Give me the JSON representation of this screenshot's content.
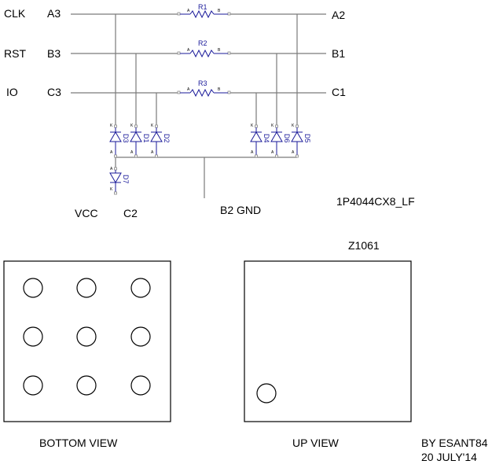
{
  "signals": {
    "clk": "CLK",
    "rst": "RST",
    "io": "IO",
    "a3": "A3",
    "b3": "B3",
    "c3": "C3",
    "a2": "A2",
    "b1": "B1",
    "c1": "C1",
    "vcc": "VCC",
    "c2": "C2",
    "b2gnd": "B2 GND"
  },
  "resistors": [
    "R1",
    "R2",
    "R3"
  ],
  "diodes": [
    "D3",
    "D1",
    "D2",
    "D4",
    "D6",
    "D5",
    "D7"
  ],
  "pin_marks": {
    "anode": "A",
    "cathode": "K",
    "res_a": "A",
    "res_b": "B"
  },
  "part_number": "1P4044CX8_LF",
  "package_code": "Z1061",
  "views": {
    "bottom": "BOTTOM VIEW",
    "up": "UP VIEW"
  },
  "author": {
    "by": "BY ESANT84",
    "date": "20 JULY'14"
  },
  "colors": {
    "wire": "#7a7a7a",
    "part": "#1a1a9a",
    "ink": "#000000"
  }
}
